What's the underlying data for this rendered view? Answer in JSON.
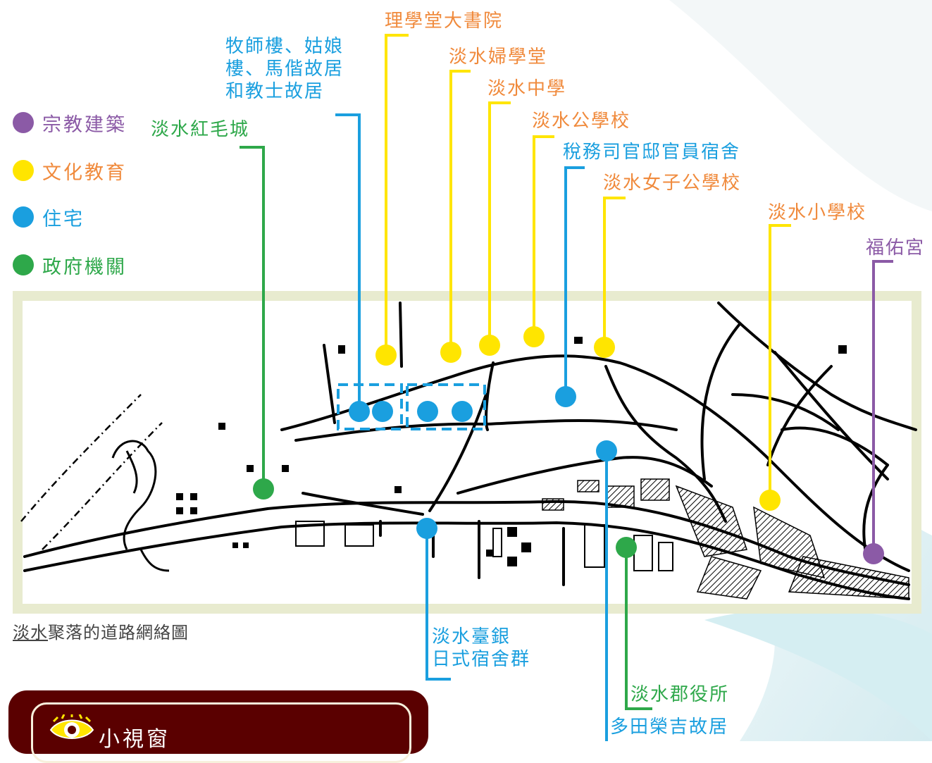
{
  "colors": {
    "religious": "#8b5aa6",
    "culture": "#ffe500",
    "residence": "#1a9fdf",
    "government": "#2ea84a",
    "orange_text": "#f08a3c",
    "frame": "#e8ebcf",
    "box_bg": "#5a0000"
  },
  "legend": [
    {
      "key": "religious",
      "label": "宗教建築",
      "icon": "purple-dot-icon"
    },
    {
      "key": "culture",
      "label": "文化教育",
      "icon": "yellow-dot-icon"
    },
    {
      "key": "residence",
      "label": "住宅",
      "icon": "blue-dot-icon"
    },
    {
      "key": "government",
      "label": "政府機關",
      "icon": "green-dot-icon"
    }
  ],
  "labels": {
    "liyuetang": "理學堂大書院",
    "pastor_house": "牧師樓、姑娘\n樓、馬偕故居\n和教士故居",
    "girls_school": "淡水婦學堂",
    "middle_school": "淡水中學",
    "red_fort": "淡水紅毛城",
    "public_school": "淡水公學校",
    "customs_dorm": "稅務司官邸官員宿舍",
    "girls_primary": "淡水女子公學校",
    "elementary": "淡水小學校",
    "fuyou_temple": "福佑宮",
    "bank_dorm": "淡水臺銀\n日式宿舍群",
    "district_office": "淡水郡役所",
    "tada_house": "多田榮吉故居"
  },
  "caption": {
    "underlined": "淡水",
    "rest": "聚落的道路網絡圖"
  },
  "box": {
    "title": "小視窗"
  }
}
